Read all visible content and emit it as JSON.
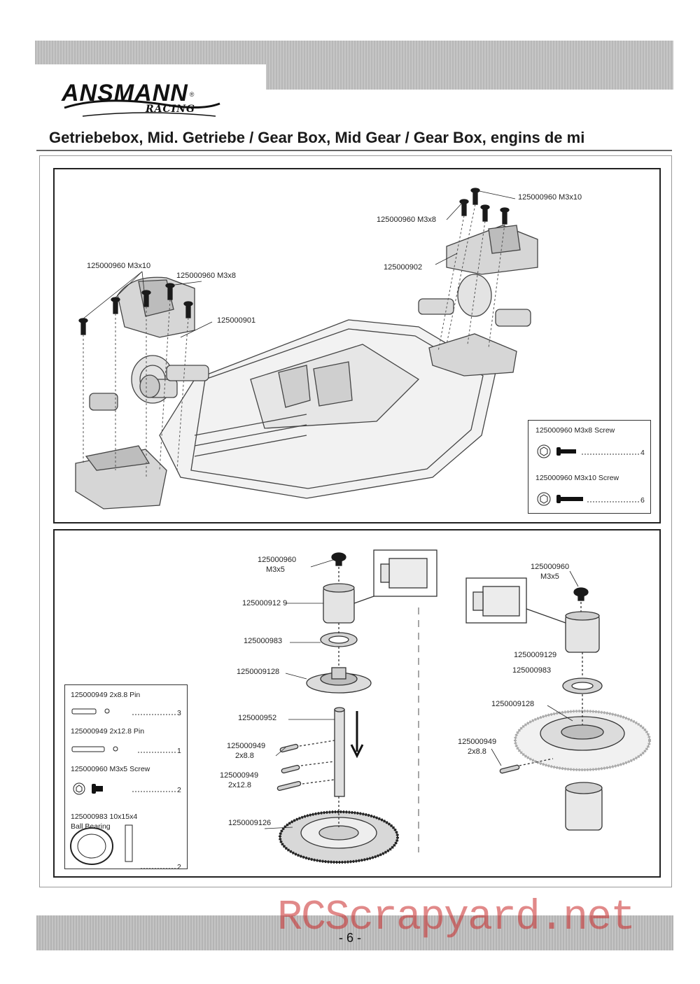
{
  "brand": {
    "name": "ANSMANN",
    "sub": "RACING"
  },
  "title": "Getriebebox, Mid. Getriebe /  Gear Box, Mid Gear / Gear Box, engins de mi",
  "panel1": {
    "labels": {
      "a": "125000960  M3x10",
      "b": "125000960  M3x8",
      "c": "125000902",
      "d": "125000960  M3x10",
      "e": "125000960  M3x8",
      "f": "125000901"
    },
    "legend": {
      "r1": "125000960  M3x8 Screw",
      "q1": "4",
      "r2": "125000960  M3x10 Screw",
      "q2": "6"
    }
  },
  "panel2": {
    "labels": {
      "s1": "125000960",
      "s1b": "M3x5",
      "cup": "125000912 9",
      "bear": "125000983",
      "spur": "1250009128",
      "shaft": "125000952",
      "pin1": "125000949",
      "pin1b": "2x8.8",
      "pin2": "125000949",
      "pin2b": "2x12.8",
      "gear": "1250009126",
      "r_s": "125000960",
      "r_sb": "M3x5",
      "r_cup": "1250009129",
      "r_bear": "125000983",
      "r_spur": "1250009128",
      "r_pin": "125000949",
      "r_pinb": "2x8.8"
    },
    "legend": {
      "r1": "125000949  2x8.8 Pin",
      "q1": "3",
      "r2": "125000949  2x12.8 Pin",
      "q2": "1",
      "r3": "125000960  M3x5 Screw",
      "q3": "2",
      "r4": "125000983  10x15x4",
      "r4b": "Ball Bearing",
      "q4": "2"
    }
  },
  "page_number": "- 6 -",
  "watermark": "RCScrapyard.net"
}
